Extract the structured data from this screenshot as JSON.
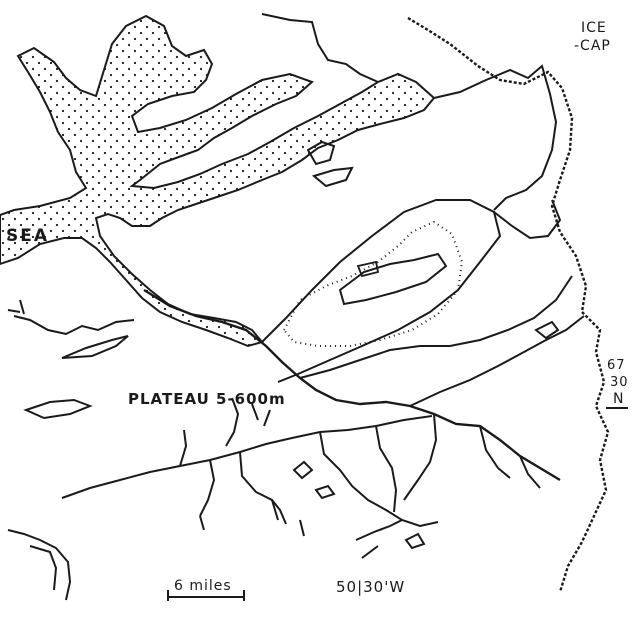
{
  "map": {
    "labels": {
      "icecap_line1": "ICE",
      "icecap_line2": "-CAP",
      "sea": "SEA",
      "plateau": "PLATEAU 5-600m",
      "latitude_line1": "67",
      "latitude_line2": "30",
      "latitude_line3": "N",
      "scale": "6 miles",
      "longitude": "50|30'W"
    },
    "colors": {
      "ink": "#1a1a1a",
      "background": "#ffffff"
    }
  }
}
